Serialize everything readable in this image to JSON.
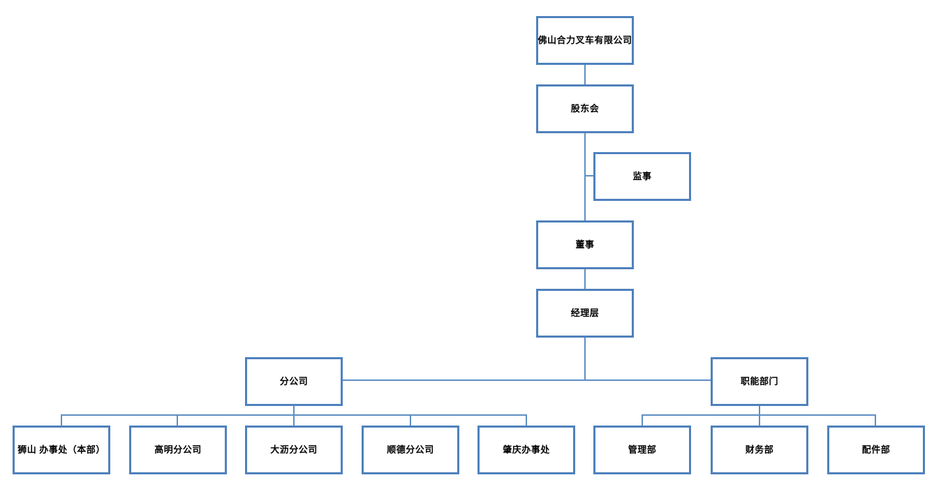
{
  "page": {
    "background": "#ffffff",
    "description_title": "佛山合力叉车有限公司组织架构图"
  },
  "colors": {
    "box_border": "#4f81bd",
    "connector": "#5d8ec4",
    "text": "#000000",
    "page_bg": "#ffffff"
  },
  "org_chart": {
    "type": "org-chart",
    "nodes": {
      "company": {
        "label": "佛山合力叉车有限公司"
      },
      "shareholders": {
        "label": "股东会"
      },
      "supervisor": {
        "label": "监事"
      },
      "director": {
        "label": "董事"
      },
      "management": {
        "label": "经理层"
      },
      "branches": {
        "label": "分公司"
      },
      "functional": {
        "label": "职能部门"
      },
      "branch_children": [
        {
          "label": "狮山 办事处（本部）"
        },
        {
          "label": "高明分公司"
        },
        {
          "label": "大沥分公司"
        },
        {
          "label": "顺德分公司"
        },
        {
          "label": "肇庆办事处"
        }
      ],
      "functional_children": [
        {
          "label": "管理部"
        },
        {
          "label": "财务部"
        },
        {
          "label": "配件部"
        }
      ]
    }
  }
}
